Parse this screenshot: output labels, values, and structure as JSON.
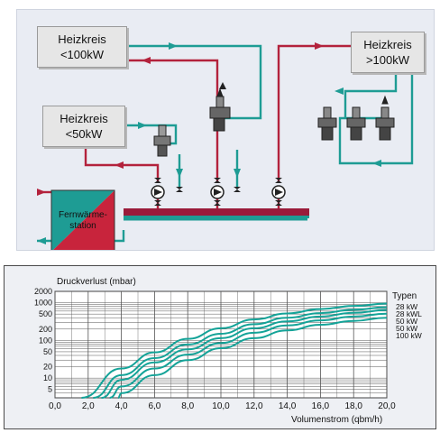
{
  "diagram": {
    "boxes": {
      "hk_100_left": {
        "line1": "Heizkreis",
        "line2": "<100kW"
      },
      "hk_50": {
        "line1": "Heizkreis",
        "line2": "<50kW"
      },
      "hk_100_right": {
        "line1": "Heizkreis",
        "line2": ">100kW"
      }
    },
    "station": {
      "line1": "Fernwärme-",
      "line2": "station"
    },
    "colors": {
      "supply": "#b3223c",
      "return": "#1e9c94",
      "pipe_header": "#9a1b3a",
      "station": "#c8243c"
    }
  },
  "chart_data": {
    "type": "line",
    "ylabel": "Druckverlust (mbar)",
    "xlabel": "Volumenstrom (qbm/h)",
    "legend_title": "Typen",
    "x_ticks": [
      "0,0",
      "2,0",
      "4,0",
      "6,0",
      "8,0",
      "10,0",
      "12,0",
      "14,0",
      "16,0",
      "18,0",
      "20,0"
    ],
    "y_ticks": [
      "2000",
      "1000",
      "500",
      "200",
      "100",
      "50",
      "20",
      "10",
      "5"
    ],
    "xlim": [
      0,
      20
    ],
    "ylim": [
      3,
      2000
    ],
    "y_scale": "log",
    "grid": true,
    "series": [
      {
        "name": "28 kW",
        "x": [
          1.6,
          4,
          6,
          8,
          10,
          12,
          14,
          16,
          18,
          20
        ],
        "y": [
          3,
          18,
          48,
          110,
          210,
          360,
          520,
          680,
          820,
          950
        ]
      },
      {
        "name": "28 kWL",
        "x": [
          2.3,
          4,
          6,
          8,
          10,
          12,
          14,
          16,
          18,
          20
        ],
        "y": [
          3,
          12,
          34,
          78,
          150,
          270,
          400,
          530,
          650,
          760
        ]
      },
      {
        "name": "50 kW",
        "x": [
          2.8,
          4,
          6,
          8,
          10,
          12,
          14,
          16,
          18,
          20
        ],
        "y": [
          3,
          9,
          26,
          58,
          115,
          210,
          320,
          430,
          540,
          640
        ]
      },
      {
        "name": "50 kW",
        "x": [
          3.3,
          4,
          6,
          8,
          10,
          12,
          14,
          16,
          18,
          20
        ],
        "y": [
          3,
          6,
          18,
          42,
          85,
          160,
          250,
          340,
          430,
          510
        ]
      },
      {
        "name": "100 kW",
        "x": [
          3.8,
          4,
          6,
          8,
          10,
          12,
          14,
          16,
          18,
          20
        ],
        "y": [
          3,
          4,
          12,
          30,
          62,
          115,
          185,
          260,
          330,
          400
        ]
      }
    ],
    "line_color": "#14a398"
  }
}
